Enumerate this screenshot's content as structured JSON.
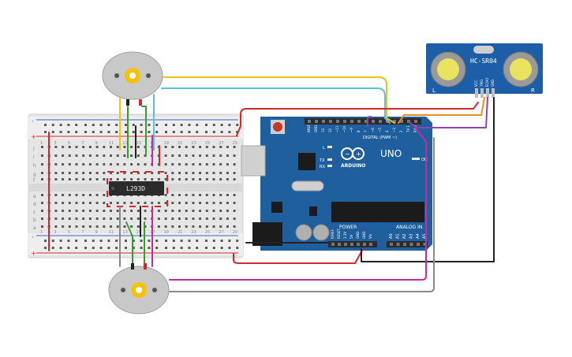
{
  "breadboard": {
    "row_letters_top": [
      "j",
      "i",
      "h",
      "g",
      "f"
    ],
    "row_letters_bottom": [
      "e",
      "d",
      "c",
      "b",
      "a"
    ],
    "column_numbers": [
      "1",
      "3",
      "5",
      "7",
      "9",
      "11",
      "13",
      "15",
      "17",
      "19",
      "21",
      "23",
      "25",
      "27",
      "29"
    ],
    "rail_plus": "+",
    "rail_minus": "-"
  },
  "chip": {
    "label": "L293D"
  },
  "arduino": {
    "brand": "ARDUINO",
    "model": "UNO",
    "digital_header": "DIGITAL (PWM ~)",
    "power_header": "POWER",
    "analog_header": "ANALOG IN",
    "top_pins": [
      "AREF",
      "GND",
      "13",
      "12",
      "~11",
      "~10",
      "~9",
      "8",
      "7",
      "~6",
      "~5",
      "4",
      "~3",
      "2",
      "TX 1",
      "RX 0"
    ],
    "power_pins": [
      "IOREF",
      "RESET",
      "3.3V",
      "5V",
      "GND",
      "GND",
      "Vin"
    ],
    "analog_pins": [
      "A0",
      "A1",
      "A2",
      "A3",
      "A4",
      "A5"
    ],
    "led_labels": [
      "L",
      "TX",
      "RX"
    ],
    "on_label": "ON"
  },
  "sensor": {
    "label": "HC-SR04",
    "pins": [
      "VCC",
      "TRIG",
      "ECHO",
      "GND"
    ],
    "left_mark": "L",
    "right_mark": "R"
  },
  "colors": {
    "wire_red": "#d6282b",
    "wire_black": "#222222",
    "wire_yellow": "#f2c414",
    "wire_cyan": "#5bc0de",
    "wire_green": "#33a02c",
    "wire_magenta": "#c52b9c",
    "wire_gray": "#8a8a8a",
    "wire_orange": "#ef8a1e",
    "wire_purple": "#8e44ad",
    "arduino_blue": "#1f5f9e",
    "sensor_blue": "#1c5fa8"
  }
}
